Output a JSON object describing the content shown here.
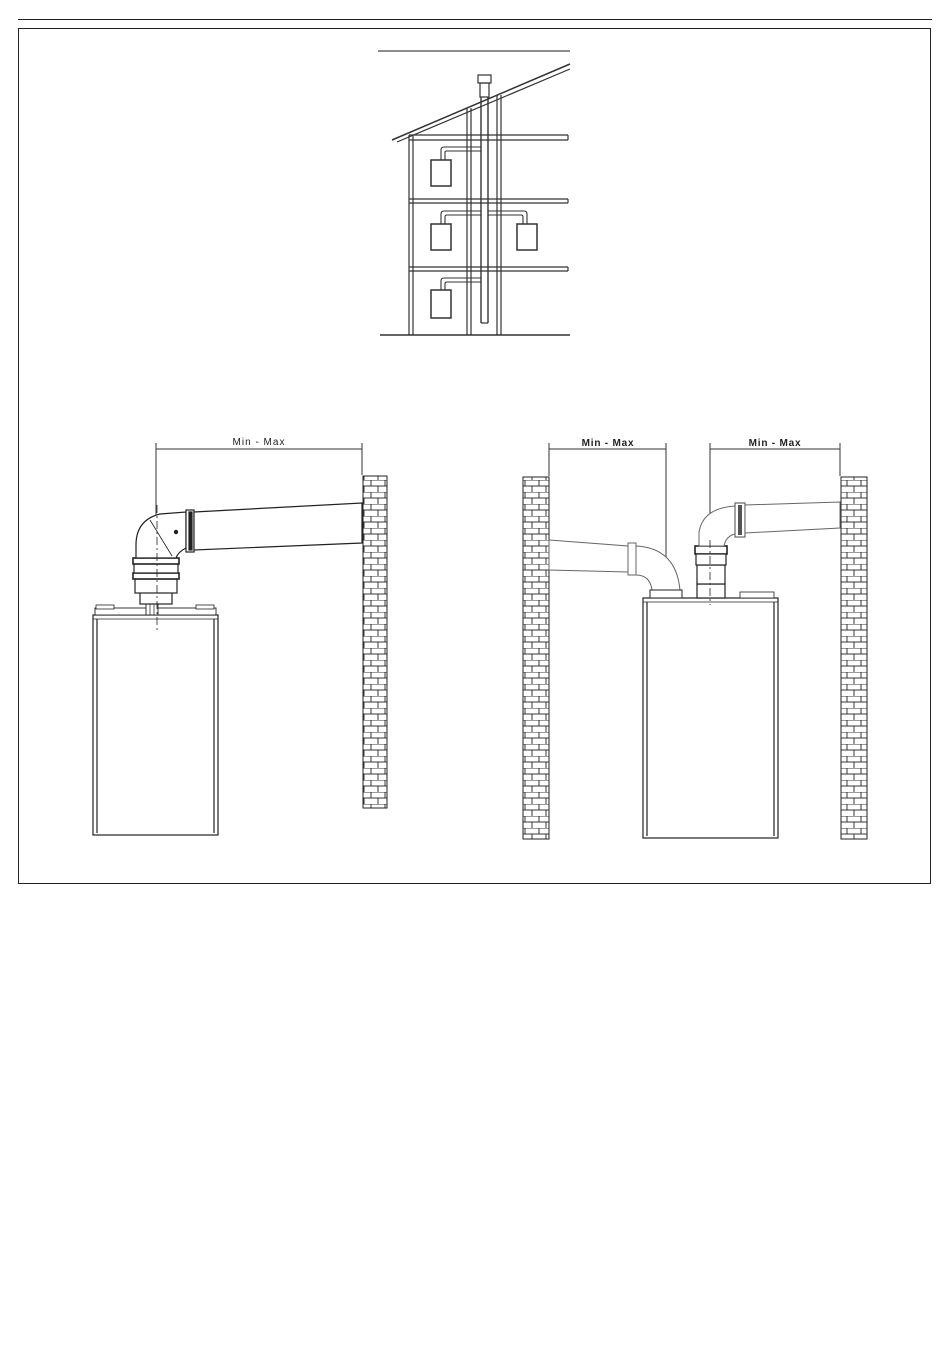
{
  "diagram": {
    "dimension_labels": {
      "left": "Min - Max",
      "right_a": "Min - Max",
      "right_b": "Min - Max"
    },
    "colors": {
      "line": "#222222",
      "light_line": "#777777",
      "background": "#ffffff"
    }
  }
}
